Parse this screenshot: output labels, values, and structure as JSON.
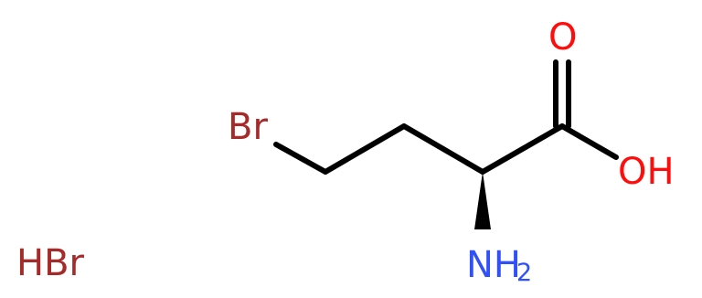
{
  "molecule": {
    "atoms": {
      "bromine": "Br",
      "hydroxyl": "OH",
      "carbonyl_oxygen": "O",
      "amine": "NH",
      "amine_subscript": "2"
    },
    "salt": "HBr",
    "colors": {
      "bond": "#000000",
      "bromine": "#a52a2a",
      "oxygen": "#ff0d0d",
      "nitrogen": "#3050f8"
    }
  }
}
